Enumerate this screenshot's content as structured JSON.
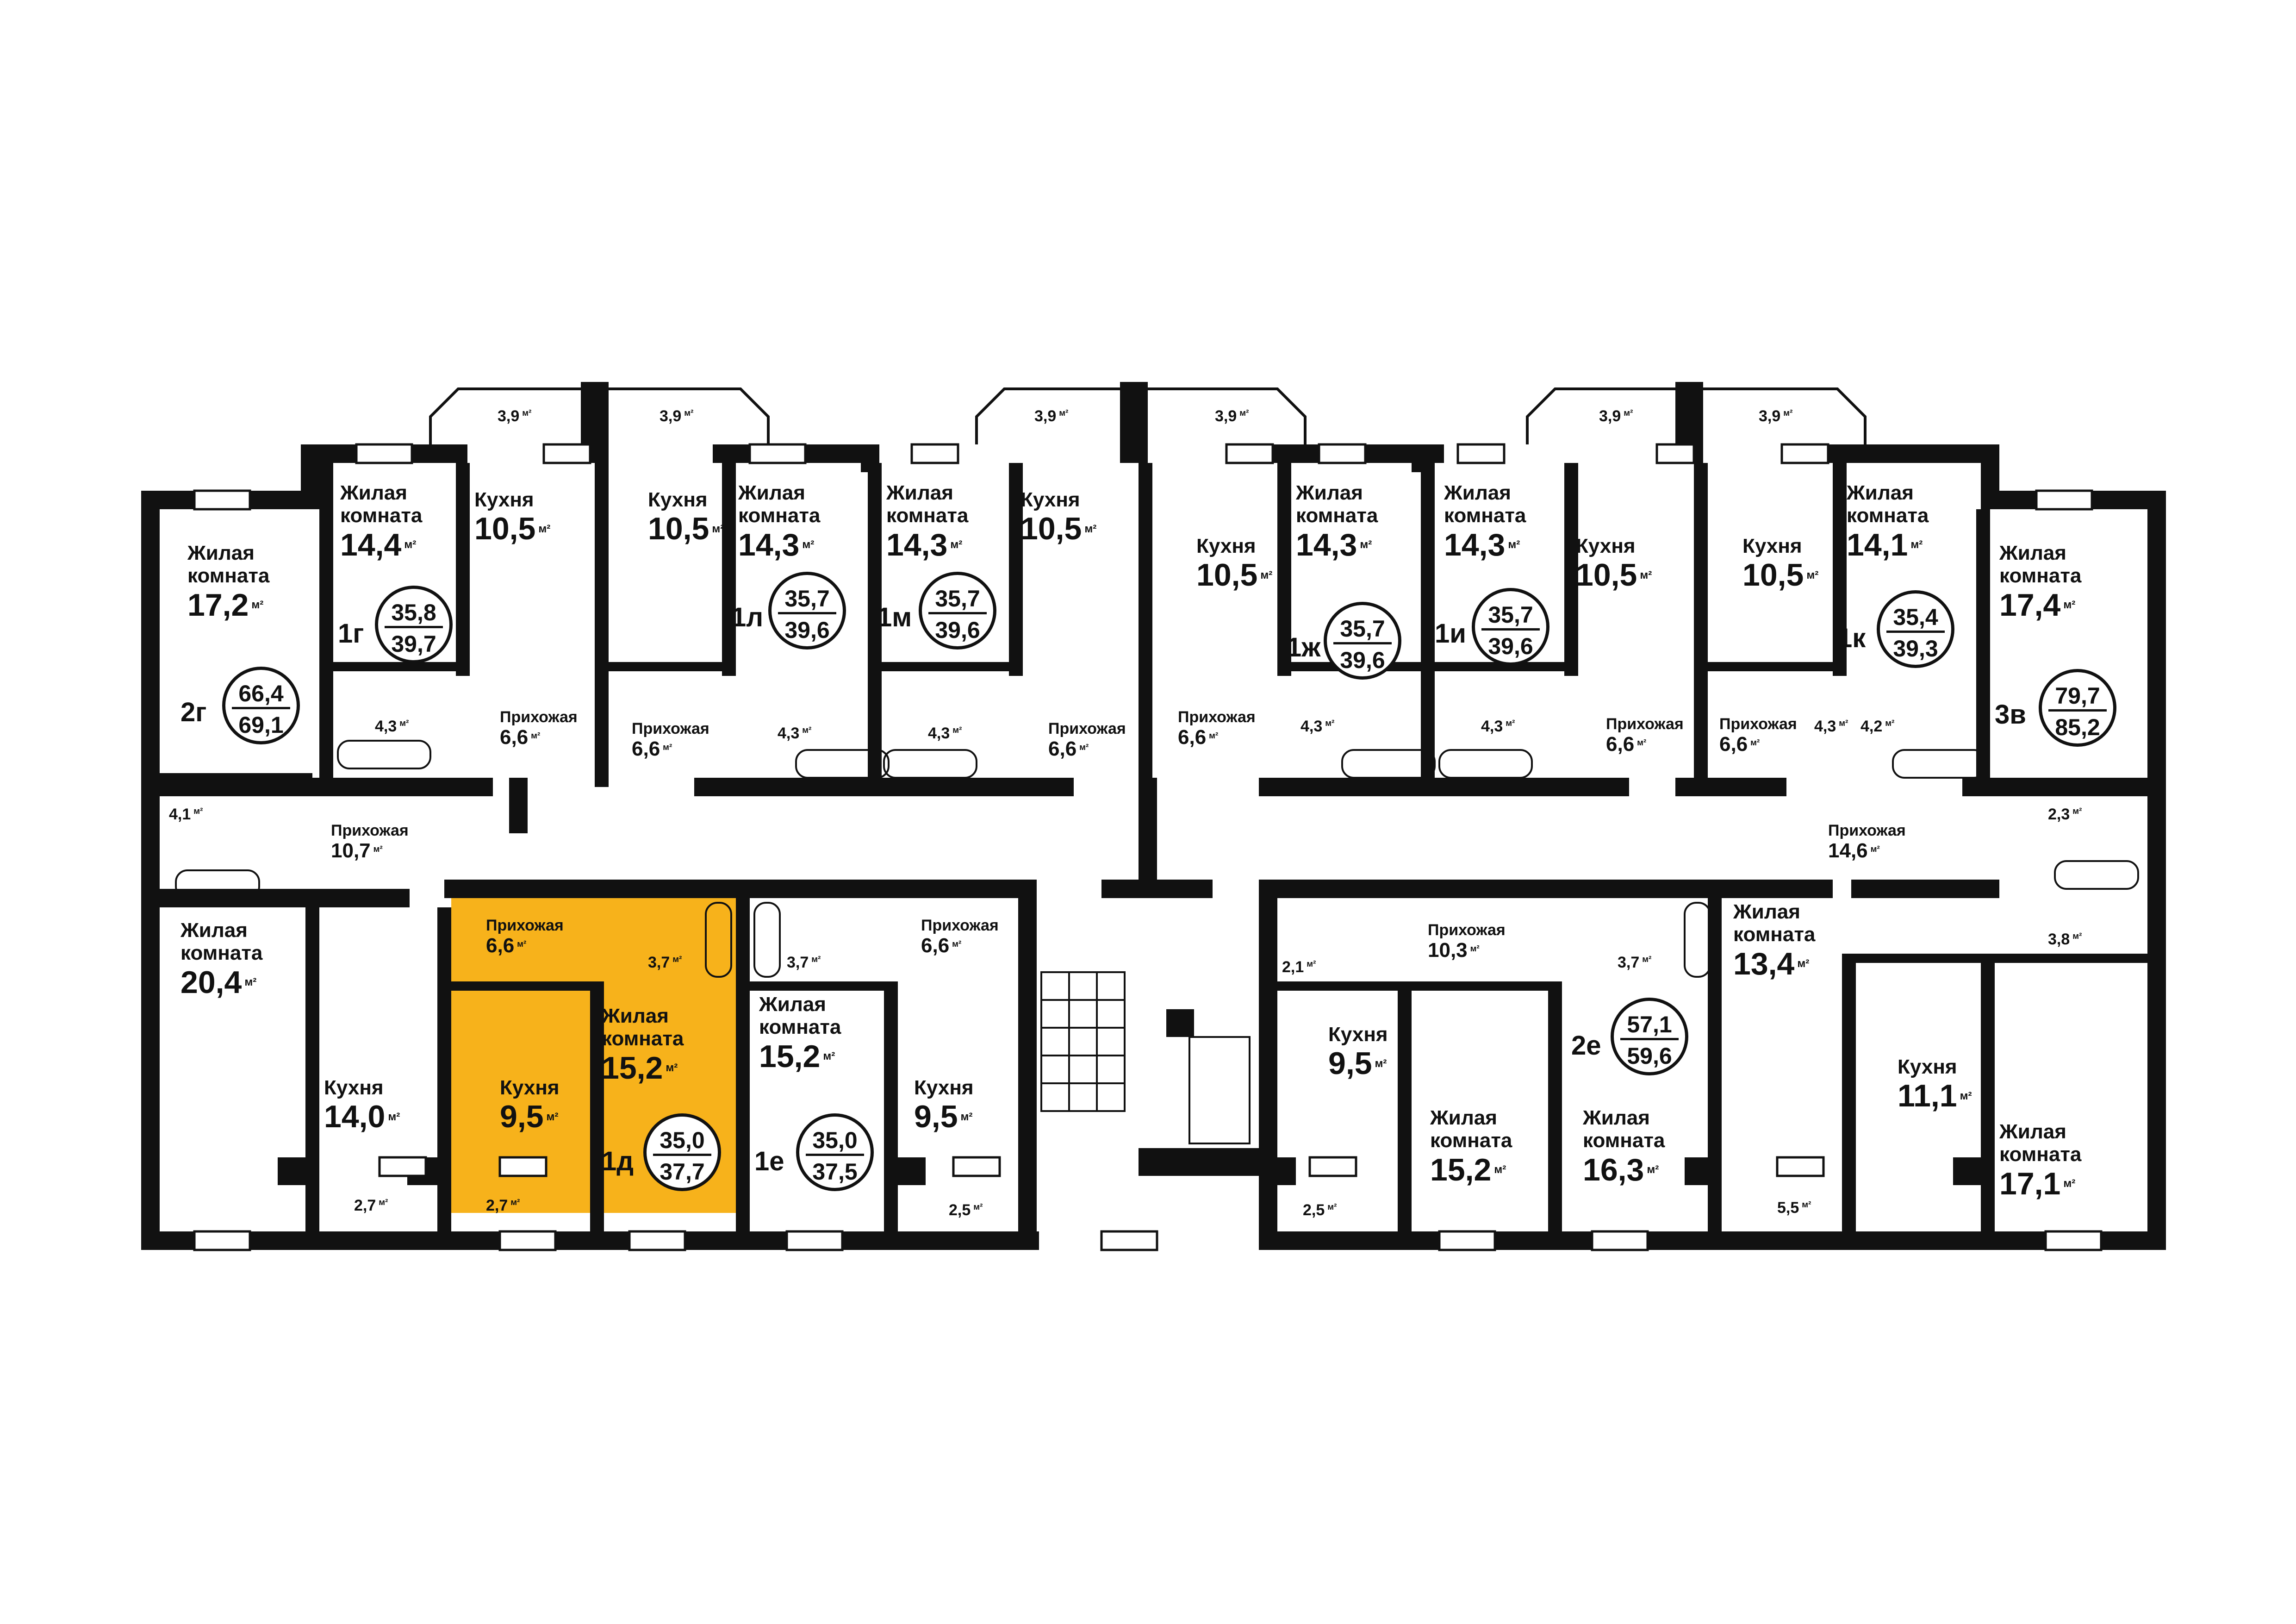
{
  "colors": {
    "wall": "#111111",
    "highlight": "#f7b21b",
    "background": "#ffffff"
  },
  "unit": "м²",
  "apartments": [
    {
      "id": "2г",
      "living": "66,4",
      "total": "69,1"
    },
    {
      "id": "1г",
      "living": "35,8",
      "total": "39,7"
    },
    {
      "id": "1л",
      "living": "35,7",
      "total": "39,6"
    },
    {
      "id": "1м",
      "living": "35,7",
      "total": "39,6"
    },
    {
      "id": "1ж",
      "living": "35,7",
      "total": "39,6"
    },
    {
      "id": "1и",
      "living": "35,7",
      "total": "39,6"
    },
    {
      "id": "1к",
      "living": "35,4",
      "total": "39,3"
    },
    {
      "id": "3в",
      "living": "79,7",
      "total": "85,2"
    },
    {
      "id": "1д",
      "living": "35,0",
      "total": "37,7",
      "highlighted": true
    },
    {
      "id": "1е",
      "living": "35,0",
      "total": "37,5"
    },
    {
      "id": "2е",
      "living": "57,1",
      "total": "59,6"
    }
  ],
  "rooms": [
    {
      "name": "Жилая\nкомната",
      "area": "17,2"
    },
    {
      "name": "Жилая\nкомната",
      "area": "14,4"
    },
    {
      "name": "Кухня",
      "area": "10,5"
    },
    {
      "name": "Кухня",
      "area": "10,5"
    },
    {
      "name": "Жилая\nкомната",
      "area": "14,3"
    },
    {
      "name": "Жилая\nкомната",
      "area": "14,3"
    },
    {
      "name": "Кухня",
      "area": "10,5"
    },
    {
      "name": "Кухня",
      "area": "10,5"
    },
    {
      "name": "Жилая\nкомната",
      "area": "14,3"
    },
    {
      "name": "Жилая\nкомната",
      "area": "14,3"
    },
    {
      "name": "Кухня",
      "area": "10,5"
    },
    {
      "name": "Кухня",
      "area": "10,5"
    },
    {
      "name": "Жилая\nкомната",
      "area": "14,1"
    },
    {
      "name": "Жилая\nкомната",
      "area": "17,4"
    },
    {
      "name": "Прихожая",
      "area": "6,6"
    },
    {
      "name": "Прихожая",
      "area": "6,6"
    },
    {
      "name": "Прихожая",
      "area": "6,6"
    },
    {
      "name": "Прихожая",
      "area": "6,6"
    },
    {
      "name": "Прихожая",
      "area": "6,6"
    },
    {
      "name": "Прихожая",
      "area": "6,6"
    },
    {
      "name": "Прихожая",
      "area": "10,7"
    },
    {
      "name": "Прихожая",
      "area": "14,6"
    },
    {
      "name": "Прихожая",
      "area": "6,6"
    },
    {
      "name": "Прихожая",
      "area": "6,6"
    },
    {
      "name": "Прихожая",
      "area": "10,3"
    },
    {
      "name": "Жилая\nкомната",
      "area": "20,4"
    },
    {
      "name": "Кухня",
      "area": "14,0"
    },
    {
      "name": "Кухня",
      "area": "9,5"
    },
    {
      "name": "Жилая\nкомната",
      "area": "15,2"
    },
    {
      "name": "Жилая\nкомната",
      "area": "15,2"
    },
    {
      "name": "Кухня",
      "area": "9,5"
    },
    {
      "name": "Кухня",
      "area": "9,5"
    },
    {
      "name": "Жилая\nкомната",
      "area": "15,2"
    },
    {
      "name": "Жилая\nкомната",
      "area": "16,3"
    },
    {
      "name": "Жилая\nкомната",
      "area": "13,4"
    },
    {
      "name": "Кухня",
      "area": "11,1"
    },
    {
      "name": "Жилая\nкомната",
      "area": "17,1"
    }
  ],
  "small_areas": [
    "3,9",
    "3,9",
    "3,9",
    "3,9",
    "3,9",
    "3,9",
    "4,3",
    "4,3",
    "4,3",
    "4,3",
    "4,3",
    "4,3",
    "4,2",
    "4,1",
    "2,3",
    "3,8",
    "3,7",
    "3,7",
    "2,1",
    "3,7",
    "2,7",
    "2,7",
    "2,5",
    "2,5",
    "5,5"
  ]
}
